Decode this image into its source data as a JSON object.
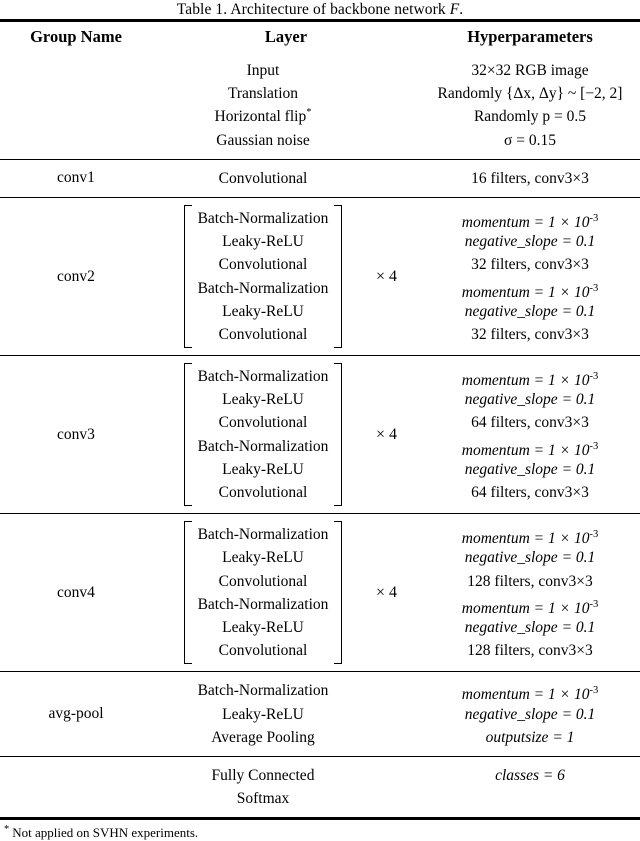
{
  "caption": {
    "prefix": "Table 1. Architecture of backbone network ",
    "symbol": "F",
    "suffix": "."
  },
  "header": {
    "group": "Group Name",
    "layer": "Layer",
    "hyper": "Hyperparameters"
  },
  "sections": [
    {
      "id": "input-augmentation",
      "group": "",
      "multiplier": "",
      "bracketed": false,
      "rows": [
        {
          "layer": "Input",
          "layer_sup": "",
          "hyper": "32×32 RGB image",
          "hyper_math": false
        },
        {
          "layer": "Translation",
          "layer_sup": "",
          "hyper": "Randomly {Δx, Δy} ~ [−2, 2]",
          "hyper_math": false
        },
        {
          "layer": "Horizontal flip",
          "layer_sup": "*",
          "hyper": "Randomly p = 0.5",
          "hyper_math": false
        },
        {
          "layer": "Gaussian noise",
          "layer_sup": "",
          "hyper": "σ = 0.15",
          "hyper_math": false
        }
      ]
    },
    {
      "id": "conv1",
      "group": "conv1",
      "multiplier": "",
      "bracketed": false,
      "rows": [
        {
          "layer": "Convolutional",
          "layer_sup": "",
          "hyper": "16 filters, conv3×3",
          "hyper_math": false
        }
      ]
    },
    {
      "id": "conv2",
      "group": "conv2",
      "multiplier": "× 4",
      "bracketed": true,
      "rows": [
        {
          "layer": "Batch-Normalization",
          "layer_sup": "",
          "hyper": "momentum = 1 × 10⁻³",
          "hyper_math": true
        },
        {
          "layer": "Leaky-ReLU",
          "layer_sup": "",
          "hyper": "negative_slope = 0.1",
          "hyper_math": true
        },
        {
          "layer": "Convolutional",
          "layer_sup": "",
          "hyper": "32 filters, conv3×3",
          "hyper_math": false
        },
        {
          "layer": "Batch-Normalization",
          "layer_sup": "",
          "hyper": "momentum = 1 × 10⁻³",
          "hyper_math": true
        },
        {
          "layer": "Leaky-ReLU",
          "layer_sup": "",
          "hyper": "negative_slope = 0.1",
          "hyper_math": true
        },
        {
          "layer": "Convolutional",
          "layer_sup": "",
          "hyper": "32 filters, conv3×3",
          "hyper_math": false
        }
      ]
    },
    {
      "id": "conv3",
      "group": "conv3",
      "multiplier": "× 4",
      "bracketed": true,
      "rows": [
        {
          "layer": "Batch-Normalization",
          "layer_sup": "",
          "hyper": "momentum = 1 × 10⁻³",
          "hyper_math": true
        },
        {
          "layer": "Leaky-ReLU",
          "layer_sup": "",
          "hyper": "negative_slope = 0.1",
          "hyper_math": true
        },
        {
          "layer": "Convolutional",
          "layer_sup": "",
          "hyper": "64 filters, conv3×3",
          "hyper_math": false
        },
        {
          "layer": "Batch-Normalization",
          "layer_sup": "",
          "hyper": "momentum = 1 × 10⁻³",
          "hyper_math": true
        },
        {
          "layer": "Leaky-ReLU",
          "layer_sup": "",
          "hyper": "negative_slope = 0.1",
          "hyper_math": true
        },
        {
          "layer": "Convolutional",
          "layer_sup": "",
          "hyper": "64 filters, conv3×3",
          "hyper_math": false
        }
      ]
    },
    {
      "id": "conv4",
      "group": "conv4",
      "multiplier": "× 4",
      "bracketed": true,
      "rows": [
        {
          "layer": "Batch-Normalization",
          "layer_sup": "",
          "hyper": "momentum = 1 × 10⁻³",
          "hyper_math": true
        },
        {
          "layer": "Leaky-ReLU",
          "layer_sup": "",
          "hyper": "negative_slope = 0.1",
          "hyper_math": true
        },
        {
          "layer": "Convolutional",
          "layer_sup": "",
          "hyper": "128 filters, conv3×3",
          "hyper_math": false
        },
        {
          "layer": "Batch-Normalization",
          "layer_sup": "",
          "hyper": "momentum = 1 × 10⁻³",
          "hyper_math": true
        },
        {
          "layer": "Leaky-ReLU",
          "layer_sup": "",
          "hyper": "negative_slope = 0.1",
          "hyper_math": true
        },
        {
          "layer": "Convolutional",
          "layer_sup": "",
          "hyper": "128 filters, conv3×3",
          "hyper_math": false
        }
      ]
    },
    {
      "id": "avg-pool",
      "group": "avg-pool",
      "multiplier": "",
      "bracketed": false,
      "rows": [
        {
          "layer": "Batch-Normalization",
          "layer_sup": "",
          "hyper": "momentum = 1 × 10⁻³",
          "hyper_math": true
        },
        {
          "layer": "Leaky-ReLU",
          "layer_sup": "",
          "hyper": "negative_slope = 0.1",
          "hyper_math": true
        },
        {
          "layer": "Average Pooling",
          "layer_sup": "",
          "hyper": "outputsize = 1",
          "hyper_math": true
        }
      ]
    },
    {
      "id": "classifier",
      "group": "",
      "multiplier": "",
      "bracketed": false,
      "rows": [
        {
          "layer": "Fully Connected",
          "layer_sup": "",
          "hyper": "classes = 6",
          "hyper_math": true
        },
        {
          "layer": "Softmax",
          "layer_sup": "",
          "hyper": "",
          "hyper_math": false
        }
      ]
    }
  ],
  "footnote": {
    "marker": "*",
    "text": "Not applied on SVHN experiments."
  }
}
